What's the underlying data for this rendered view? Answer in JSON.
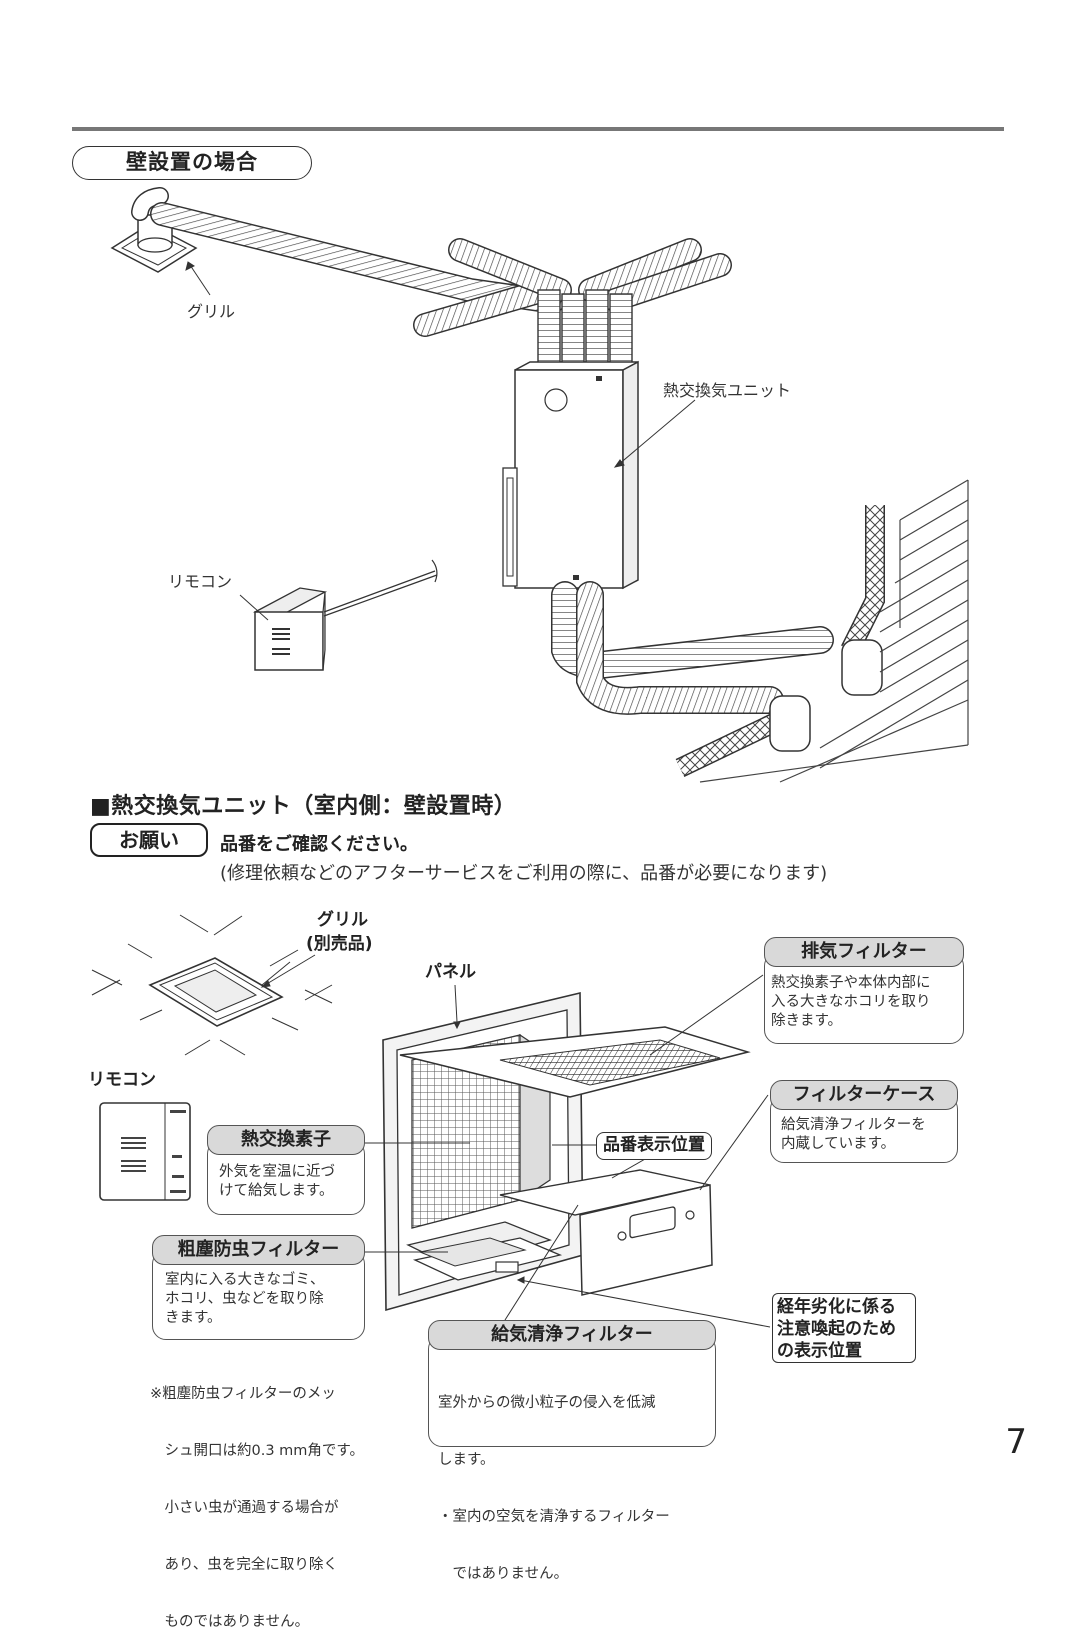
{
  "section_title": "壁設置の場合",
  "top_diagram": {
    "grill_label": "グリル",
    "unit_label": "熱交換気ユニット",
    "remote_label": "リモコン"
  },
  "unit_heading": "■熱交換気ユニット（室内側：壁設置時）",
  "onegai": {
    "badge": "お願い",
    "line1": "品番をご確認ください。",
    "line2": "(修理依頼などのアフターサービスをご利用の際に、品番が必要になります)"
  },
  "bottom_diagram": {
    "grill_label_1": "グリル",
    "grill_label_2": "(別売品)",
    "panel_label": "パネル",
    "remote_label": "リモコン",
    "model_position_label": "品番表示位置",
    "exhaust_filter": {
      "title": "排気フィルター",
      "text": [
        "熱交換素子や本体内部に",
        "入る大きなホコリを取り",
        "除きます。"
      ]
    },
    "filter_case": {
      "title": "フィルターケース",
      "text": [
        "給気清浄フィルターを",
        "内蔵しています。"
      ]
    },
    "heat_element": {
      "title": "熱交換素子",
      "text": [
        "外気を室温に近づ",
        "けて給気します。"
      ]
    },
    "coarse_filter": {
      "title": "粗塵防虫フィルター",
      "text": [
        "室内に入る大きなゴミ、",
        "ホコリ、虫などを取り除",
        "きます。"
      ]
    },
    "coarse_note": [
      "※粗塵防虫フィルターのメッ",
      "　シュ開口は約0.3 mm角です。",
      "　小さい虫が通過する場合が",
      "　あり、虫を完全に取り除く",
      "　ものではありません。"
    ],
    "supply_filter": {
      "title": "給気清浄フィルター",
      "text": [
        "室外からの微小粒子の侵入を低減",
        "します。",
        "・室内の空気を清浄するフィルター",
        "　ではありません。"
      ]
    },
    "aging_label": [
      "経年劣化に係る",
      "注意喚起のため",
      "の表示位置"
    ]
  },
  "page_number": "7"
}
